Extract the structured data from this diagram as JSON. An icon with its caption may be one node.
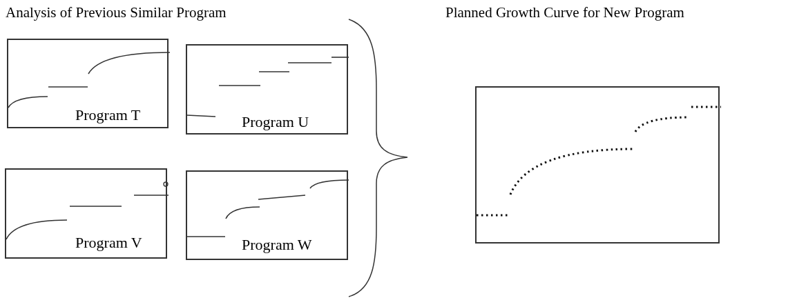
{
  "diagram": {
    "nodes": [
      {
        "text": [
          "Program T"
        ]
      },
      {
        "text": [
          "Program U"
        ]
      },
      {
        "text": [
          "Program V"
        ]
      },
      {
        "text": [
          "Program W"
        ]
      },
      {
        "text": [],
        "shape": "box"
      }
    ],
    "labels": [
      "Analysis of Previous Similar Program",
      "Planned Growth Curve for New Program"
    ]
  }
}
